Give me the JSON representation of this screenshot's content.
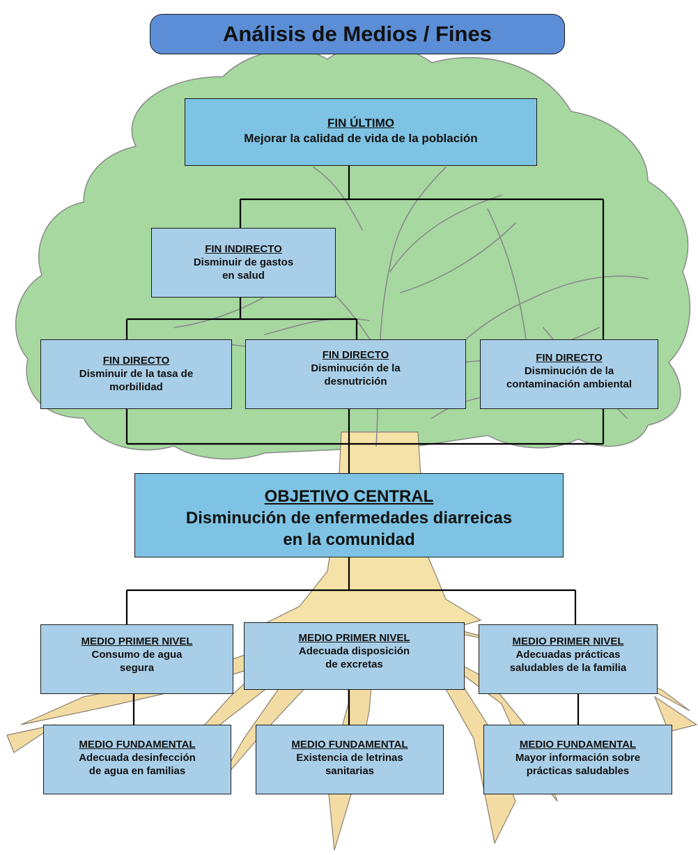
{
  "title": "Análisis de Medios / Fines",
  "colors": {
    "title_bg": "#5b8ed6",
    "box_light": "#a9cfe8",
    "box_mid": "#7ec3e3",
    "foliage": "#a6d8a0",
    "trunk": "#f5e2a8",
    "roots": "#f3dca4"
  },
  "fin_ultimo": {
    "heading": "FIN ÚLTIMO",
    "text": "Mejorar la calidad de vida de la población"
  },
  "fin_indirecto": {
    "heading": "FIN INDIRECTO",
    "line1": "Disminuir de gastos",
    "line2": "en salud"
  },
  "fines_directos": [
    {
      "heading": "FIN DIRECTO",
      "line1": "Disminuir de la tasa de",
      "line2": "morbilidad"
    },
    {
      "heading": "FIN DIRECTO",
      "line1": "Disminución de la",
      "line2": "desnutrición"
    },
    {
      "heading": "FIN DIRECTO",
      "line1": "Disminución de la",
      "line2": "contaminación ambiental"
    }
  ],
  "objetivo": {
    "heading": "OBJETIVO CENTRAL",
    "line1": "Disminución de enfermedades diarreicas",
    "line2": "en la comunidad"
  },
  "medios_primer_nivel": [
    {
      "heading": "MEDIO PRIMER NIVEL",
      "line1": "Consumo de agua",
      "line2": "segura"
    },
    {
      "heading": "MEDIO PRIMER NIVEL",
      "line1": "Adecuada disposición",
      "line2": "de excretas"
    },
    {
      "heading": "MEDIO PRIMER NIVEL",
      "line1": "Adecuadas prácticas",
      "line2": "saludables de la familia"
    }
  ],
  "medios_fundamentales": [
    {
      "heading": "MEDIO FUNDAMENTAL",
      "line1": "Adecuada desinfección",
      "line2": "de agua en familias"
    },
    {
      "heading": "MEDIO FUNDAMENTAL",
      "line1": "Existencia de letrinas",
      "line2": "sanitarias"
    },
    {
      "heading": "MEDIO FUNDAMENTAL",
      "line1": "Mayor información sobre",
      "line2": "prácticas saludables"
    }
  ]
}
